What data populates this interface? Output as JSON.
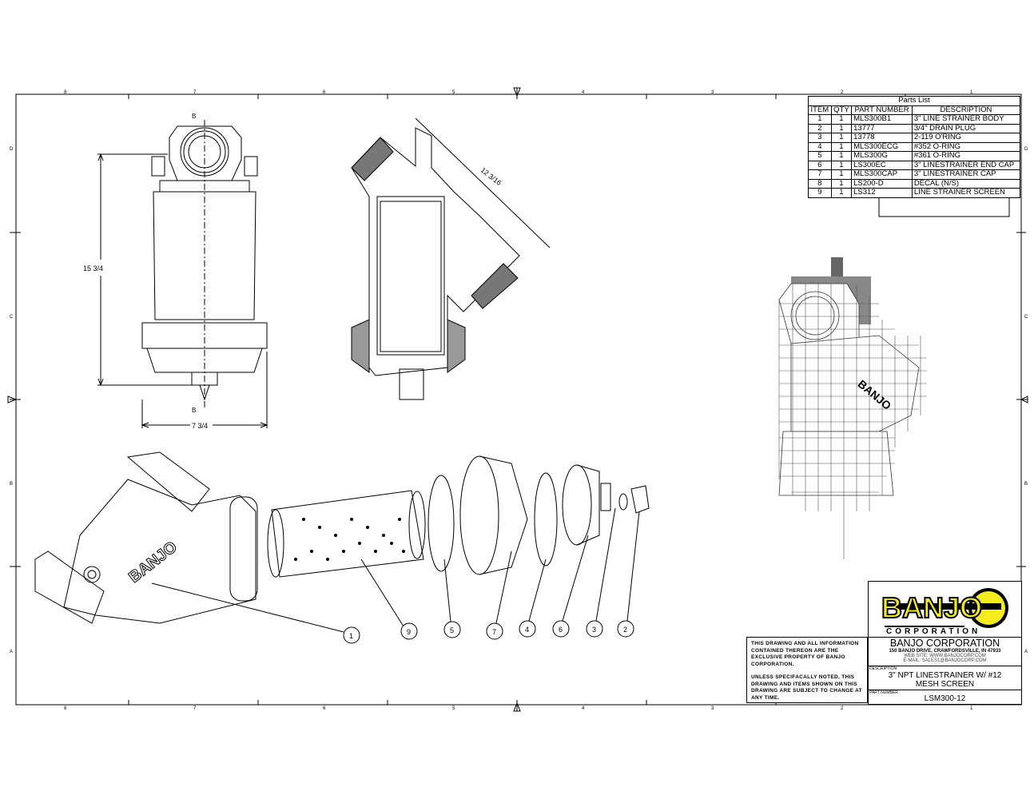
{
  "zones": {
    "columns": [
      "8",
      "7",
      "6",
      "5",
      "4",
      "3",
      "2",
      "1"
    ],
    "rows": [
      "D",
      "C",
      "B",
      "A"
    ]
  },
  "dimensions": {
    "height": "15 3/4",
    "width": "7 3/4",
    "diagonal": "12 3/16",
    "section_label": "B"
  },
  "parts_list": {
    "title": "Parts List",
    "headers": [
      "ITEM",
      "QTY",
      "PART NUMBER",
      "DESCRIPTION"
    ],
    "rows": [
      [
        "1",
        "1",
        "MLS300B1",
        "3\" LINE STRAINER BODY"
      ],
      [
        "2",
        "1",
        "13777",
        "3/4\" DRAIN PLUG"
      ],
      [
        "3",
        "1",
        "13778",
        "2-119 O'RING"
      ],
      [
        "4",
        "1",
        "MLS300ECG",
        "#352 O-RING"
      ],
      [
        "5",
        "1",
        "MLS300G",
        "#361 O-RING"
      ],
      [
        "6",
        "1",
        "LS300EC",
        "3\" LINESTRAINER END CAP"
      ],
      [
        "7",
        "1",
        "MLS300CAP",
        "3\" LINESTRAINER CAP"
      ],
      [
        "8",
        "1",
        "LS200-D",
        "DECAL (N/S)"
      ],
      [
        "9",
        "1",
        "LS312",
        "LINE STRAINER SCREEN"
      ]
    ]
  },
  "balloons": [
    "1",
    "9",
    "5",
    "7",
    "4",
    "6",
    "3",
    "2"
  ],
  "decal_text": "BANJO",
  "title_block": {
    "logo_text": "BANJO",
    "logo_sub": "CORPORATION",
    "company": "BANJO CORPORATION",
    "address": "150 BANJO DRIVE, CRAWFORDSVILLE, IN 47933",
    "website": "WEB SITE: WWW.BANJOCORP.COM",
    "email": "E-MAIL: SALES1@BANJOCORP.COM",
    "description_label": "DESCRIPTION",
    "description": "3\" NPT LINESTRAINER W/ #12 MESH SCREEN",
    "part_number_label": "PART NUMBER",
    "part_number": "LSM300-12",
    "notice_1": "THIS DRAWING AND ALL INFORMATION CONTAINED THEREON ARE THE EXCLUSIVE PROPERTY OF BANJO CORPORATION.",
    "notice_2": "UNLESS SPECIFACALLY NOTED, THIS DRAWING AND ITEMS SHOWN ON THIS DRAWING ARE SUBJECT TO CHANGE AT ANY TIME."
  },
  "colors": {
    "logo_yellow": "#f4ec1c",
    "line": "#000000"
  }
}
